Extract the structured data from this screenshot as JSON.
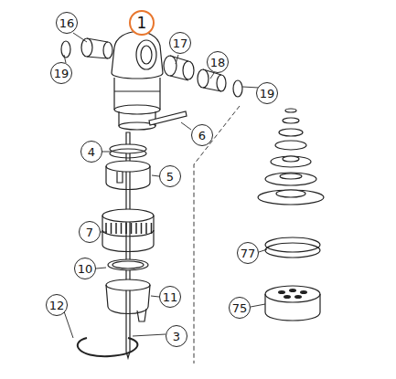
{
  "diagram": {
    "labels": [
      "1",
      "16",
      "17",
      "18",
      "19",
      "19",
      "6",
      "4",
      "5",
      "7",
      "10",
      "11",
      "12",
      "3",
      "77",
      "75"
    ]
  }
}
